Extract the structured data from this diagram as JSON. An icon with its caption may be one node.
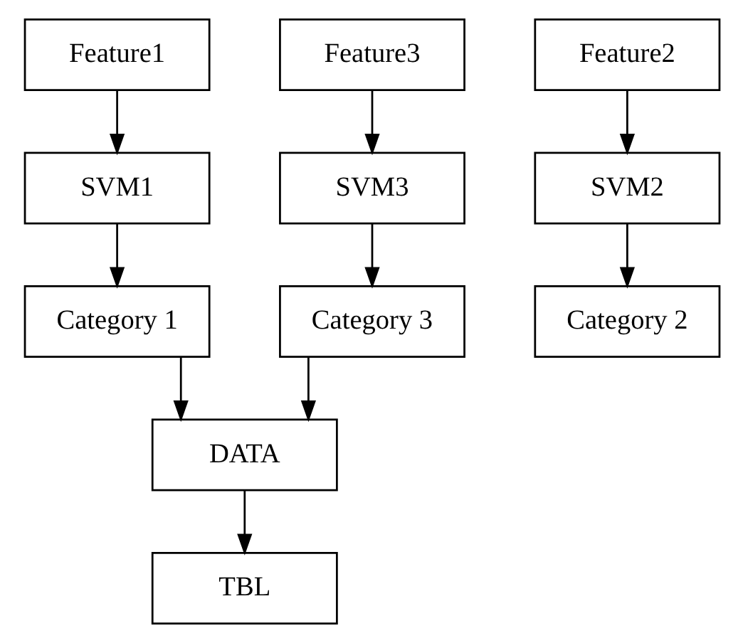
{
  "diagram": {
    "nodes": [
      {
        "text": [
          "Feature1"
        ]
      },
      {
        "text": [
          "Feature2"
        ]
      },
      {
        "text": [
          "Feature3"
        ]
      },
      {
        "text": [
          "SVM1"
        ]
      },
      {
        "text": [
          "SVM2"
        ]
      },
      {
        "text": [
          "SVM3"
        ]
      },
      {
        "text": [
          "Category 1"
        ]
      },
      {
        "text": [
          "Category 2"
        ]
      },
      {
        "text": [
          "Category 3"
        ]
      },
      {
        "text": [
          "DATA"
        ]
      },
      {
        "text": [
          "TBL"
        ]
      }
    ],
    "edges": [
      {
        "from": 0,
        "to": 3,
        "arrow": "to"
      },
      {
        "from": 1,
        "to": 4,
        "arrow": "to"
      },
      {
        "from": 2,
        "to": 5,
        "arrow": "to"
      },
      {
        "from": 3,
        "to": 6,
        "arrow": "to"
      },
      {
        "from": 4,
        "to": 7,
        "arrow": "to"
      },
      {
        "from": 5,
        "to": 8,
        "arrow": "to"
      },
      {
        "from": 6,
        "to": 9,
        "arrow": "to"
      },
      {
        "from": 8,
        "to": 9,
        "arrow": "to"
      },
      {
        "from": 9,
        "to": 10,
        "arrow": "to"
      }
    ]
  }
}
